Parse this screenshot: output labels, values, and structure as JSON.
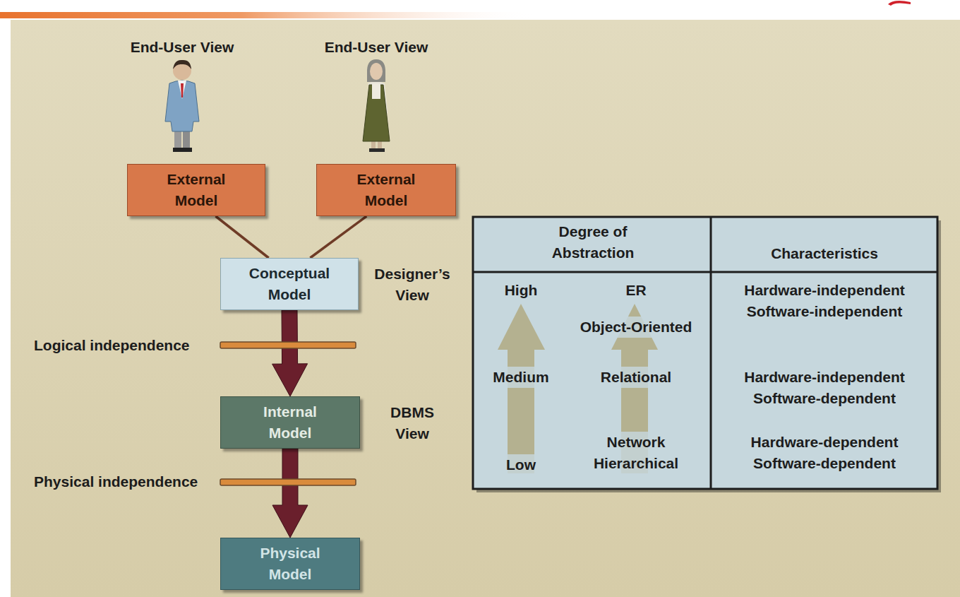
{
  "diagram": {
    "nodes": [
      {
        "text": [
          "External Model"
        ]
      },
      {
        "text": [
          "External Model"
        ]
      },
      {
        "text": [
          "Conceptual Model"
        ]
      },
      {
        "text": [
          "Internal Model"
        ]
      },
      {
        "text": [
          "Physical Model"
        ]
      }
    ],
    "edges": [
      {
        "from": 0,
        "to": 2,
        "arrow": "none"
      },
      {
        "from": 1,
        "to": 2,
        "arrow": "none"
      },
      {
        "from": 2,
        "to": 3,
        "arrow": "to"
      },
      {
        "from": 3,
        "to": 4,
        "arrow": "to"
      }
    ],
    "labels": [
      "End-User View",
      "End-User View",
      "Designer’s View",
      "Logical independence",
      "DBMS View",
      "Physical independence",
      "Degree of Abstraction",
      "Characteristics",
      "High",
      "ER",
      "Object-Oriented",
      "Medium",
      "Relational",
      "Low",
      "Network Hierarchical",
      "Hardware-independent Software-independent",
      "Hardware-independent Software-dependent",
      "Hardware-dependent Software-dependent"
    ]
  }
}
